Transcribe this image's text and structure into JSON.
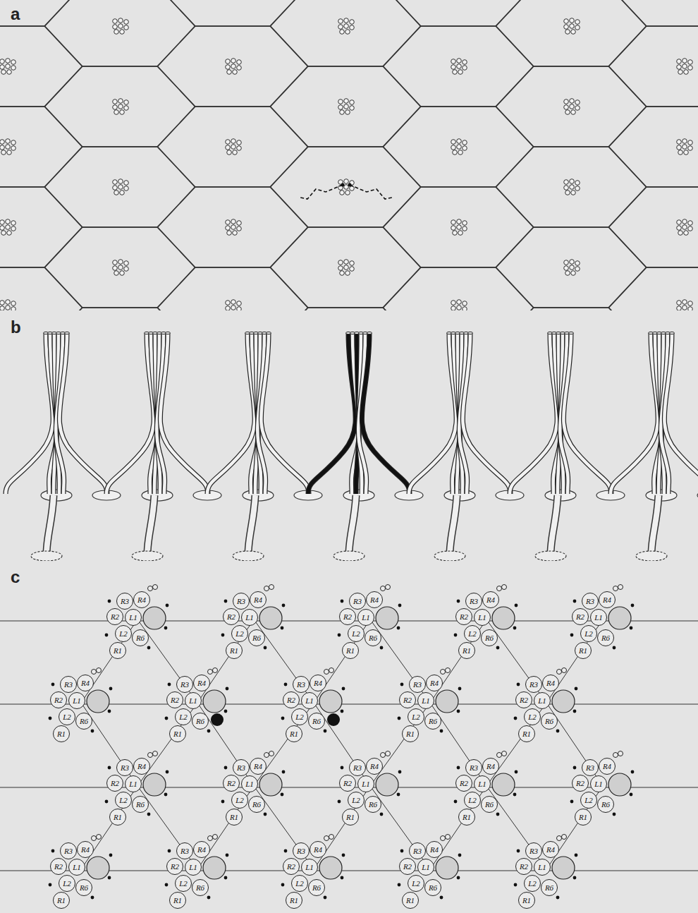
{
  "diagram": {
    "nodes": [
      {
        "text": [
          "R3"
        ]
      },
      {
        "text": [
          "R4"
        ]
      },
      {
        "text": [
          "R2"
        ]
      },
      {
        "text": [
          "L1"
        ]
      },
      {
        "text": [
          "L2"
        ]
      },
      {
        "text": [
          "R1"
        ]
      },
      {
        "text": [
          "R6"
        ]
      },
      {
        "text": [
          "R3"
        ]
      },
      {
        "text": [
          "R4"
        ]
      },
      {
        "text": [
          "R2"
        ]
      },
      {
        "text": [
          "L1"
        ]
      },
      {
        "text": [
          "L2"
        ]
      },
      {
        "text": [
          "R1"
        ]
      },
      {
        "text": [
          "R6"
        ]
      },
      {
        "text": [
          "R3"
        ]
      },
      {
        "text": [
          "R4"
        ]
      },
      {
        "text": [
          "R2"
        ]
      },
      {
        "text": [
          "L1"
        ]
      },
      {
        "text": [
          "L2"
        ]
      },
      {
        "text": [
          "R1"
        ]
      },
      {
        "text": [
          "R6"
        ]
      },
      {
        "text": [
          "R3"
        ]
      },
      {
        "text": [
          "R4"
        ]
      },
      {
        "text": [
          "R2"
        ]
      },
      {
        "text": [
          "L1"
        ]
      },
      {
        "text": [
          "L2"
        ]
      },
      {
        "text": [
          "R1"
        ]
      },
      {
        "text": [
          "R6"
        ]
      },
      {
        "text": [
          "R3"
        ]
      },
      {
        "text": [
          "R4"
        ]
      },
      {
        "text": [
          "R2"
        ]
      },
      {
        "text": [
          "L1"
        ]
      },
      {
        "text": [
          "L2"
        ]
      },
      {
        "text": [
          "R1"
        ]
      },
      {
        "text": [
          "R6"
        ]
      },
      {
        "text": [
          "R3"
        ]
      },
      {
        "text": [
          "R4"
        ]
      },
      {
        "text": [
          "R2"
        ]
      },
      {
        "text": [
          "L1"
        ]
      },
      {
        "text": [
          "L2"
        ]
      },
      {
        "text": [
          "R1"
        ]
      },
      {
        "text": [
          "R6"
        ]
      },
      {
        "text": [
          "R3"
        ]
      },
      {
        "text": [
          "R4"
        ]
      },
      {
        "text": [
          "R2"
        ]
      },
      {
        "text": [
          "L1"
        ]
      },
      {
        "text": [
          "L2"
        ]
      },
      {
        "text": [
          "R1"
        ]
      },
      {
        "text": [
          "R6"
        ]
      },
      {
        "text": [
          "R3"
        ]
      },
      {
        "text": [
          "R4"
        ]
      },
      {
        "text": [
          "R2"
        ]
      },
      {
        "text": [
          "L1"
        ]
      },
      {
        "text": [
          "L2"
        ]
      },
      {
        "text": [
          "R1"
        ]
      },
      {
        "text": [
          "R6"
        ]
      },
      {
        "text": [
          "R3"
        ]
      },
      {
        "text": [
          "R4"
        ]
      },
      {
        "text": [
          "R2"
        ]
      },
      {
        "text": [
          "L1"
        ]
      },
      {
        "text": [
          "L2"
        ]
      },
      {
        "text": [
          "R1"
        ]
      },
      {
        "text": [
          "R6"
        ]
      },
      {
        "text": [
          "R3"
        ]
      },
      {
        "text": [
          "R4"
        ]
      },
      {
        "text": [
          "R2"
        ]
      },
      {
        "text": [
          "L1"
        ]
      },
      {
        "text": [
          "L2"
        ]
      },
      {
        "text": [
          "R1"
        ]
      },
      {
        "text": [
          "R6"
        ]
      },
      {
        "text": [
          "R3"
        ]
      },
      {
        "text": [
          "R4"
        ]
      },
      {
        "text": [
          "R2"
        ]
      },
      {
        "text": [
          "L1"
        ]
      },
      {
        "text": [
          "L2"
        ]
      },
      {
        "text": [
          "R1"
        ]
      },
      {
        "text": [
          "R6"
        ]
      },
      {
        "text": [
          "R3"
        ]
      },
      {
        "text": [
          "R4"
        ]
      },
      {
        "text": [
          "R2"
        ]
      },
      {
        "text": [
          "L1"
        ]
      },
      {
        "text": [
          "L2"
        ]
      },
      {
        "text": [
          "R1"
        ]
      },
      {
        "text": [
          "R6"
        ]
      },
      {
        "text": [
          "R3"
        ]
      },
      {
        "text": [
          "R4"
        ]
      },
      {
        "text": [
          "R2"
        ]
      },
      {
        "text": [
          "L1"
        ]
      },
      {
        "text": [
          "L2"
        ]
      },
      {
        "text": [
          "R1"
        ]
      },
      {
        "text": [
          "R6"
        ]
      },
      {
        "text": [
          "R3"
        ]
      },
      {
        "text": [
          "R4"
        ]
      },
      {
        "text": [
          "R2"
        ]
      },
      {
        "text": [
          "L1"
        ]
      },
      {
        "text": [
          "L2"
        ]
      },
      {
        "text": [
          "R1"
        ]
      },
      {
        "text": [
          "R6"
        ]
      },
      {
        "text": [
          "R3"
        ]
      },
      {
        "text": [
          "R4"
        ]
      },
      {
        "text": [
          "R2"
        ]
      },
      {
        "text": [
          "L1"
        ]
      },
      {
        "text": [
          "L2"
        ]
      },
      {
        "text": [
          "R1"
        ]
      },
      {
        "text": [
          "R6"
        ]
      },
      {
        "text": [
          "R3"
        ]
      },
      {
        "text": [
          "R4"
        ]
      },
      {
        "text": [
          "R2"
        ]
      },
      {
        "text": [
          "L1"
        ]
      },
      {
        "text": [
          "L2"
        ]
      },
      {
        "text": [
          "R1"
        ]
      },
      {
        "text": [
          "R6"
        ]
      },
      {
        "text": [
          "R3"
        ]
      },
      {
        "text": [
          "R4"
        ]
      },
      {
        "text": [
          "R2"
        ]
      },
      {
        "text": [
          "L1"
        ]
      },
      {
        "text": [
          "L2"
        ]
      },
      {
        "text": [
          "R1"
        ]
      },
      {
        "text": [
          "R6"
        ]
      },
      {
        "text": [
          "R3"
        ]
      },
      {
        "text": [
          "R4"
        ]
      },
      {
        "text": [
          "R2"
        ]
      },
      {
        "text": [
          "L1"
        ]
      },
      {
        "text": [
          "L2"
        ]
      },
      {
        "text": [
          "R1"
        ]
      },
      {
        "text": [
          "R6"
        ]
      },
      {
        "text": [
          "R3"
        ]
      },
      {
        "text": [
          "R4"
        ]
      },
      {
        "text": [
          "R2"
        ]
      },
      {
        "text": [
          "L1"
        ]
      },
      {
        "text": [
          "L2"
        ]
      },
      {
        "text": [
          "R1"
        ]
      },
      {
        "text": [
          "R6"
        ]
      },
      {
        "text": [
          "R3"
        ]
      },
      {
        "text": [
          "R4"
        ]
      },
      {
        "text": [
          "R2"
        ]
      },
      {
        "text": [
          "L1"
        ]
      },
      {
        "text": [
          "L2"
        ]
      },
      {
        "text": [
          "R1"
        ]
      },
      {
        "text": [
          "R6"
        ]
      }
    ],
    "labels": [
      "a",
      "b",
      "c"
    ]
  }
}
